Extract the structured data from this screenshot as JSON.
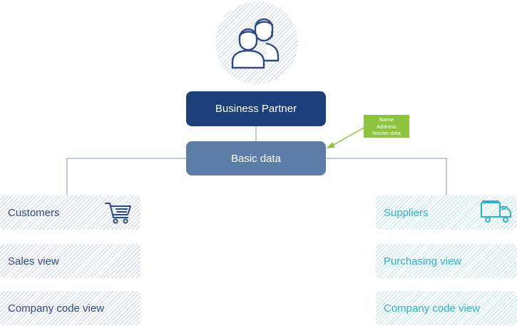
{
  "hierarchy": {
    "root": "Business Partner",
    "basic": "Basic data",
    "note_lines": [
      "Name",
      "Address",
      "Master data"
    ]
  },
  "left_branch": {
    "header": "Customers",
    "views": [
      "Sales view",
      "Company code view"
    ],
    "icon": "shopping-cart-icon"
  },
  "right_branch": {
    "header": "Suppliers",
    "views": [
      "Purchasing view",
      "Company code view"
    ],
    "icon": "delivery-truck-icon"
  },
  "avatar_icon": "people-icon",
  "colors": {
    "primary_dark": "#1d3f7a",
    "basic_data": "#5c7da6",
    "note": "#8cc43f",
    "customer_text": "#2b4b82",
    "supplier_text": "#2fb1c9",
    "connector": "#9aacc3"
  }
}
